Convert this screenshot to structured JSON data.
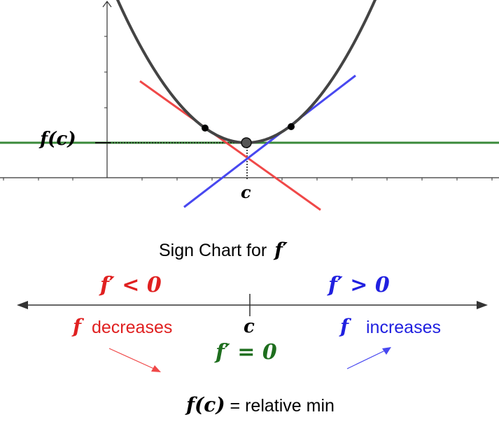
{
  "colors": {
    "curve": "#444444",
    "tangent_left": "#f04848",
    "tangent_right": "#4848f0",
    "horizontal_tangent": "#3a8a3a",
    "axis": "#333333",
    "negative_text": "#e02020",
    "positive_text": "#2020e0",
    "zero_text": "#1e6e1e",
    "black": "#000000"
  },
  "graph": {
    "y_label": "f(c)",
    "x_label": "c"
  },
  "sign_chart": {
    "title_text": "Sign Chart for",
    "title_math": "f′",
    "left_condition": "f′ < 0",
    "right_condition": "f′ > 0",
    "center_label": "c",
    "left_behavior_math": "f",
    "left_behavior_text": "decreases",
    "right_behavior_math": "f",
    "right_behavior_text": "increases",
    "zero_condition": "f′ = 0",
    "conclusion_math": "f(c)",
    "conclusion_text": "= relative min"
  },
  "icons": {
    "left_arrow": "arrow-down-right-icon",
    "right_arrow": "arrow-up-right-icon"
  }
}
